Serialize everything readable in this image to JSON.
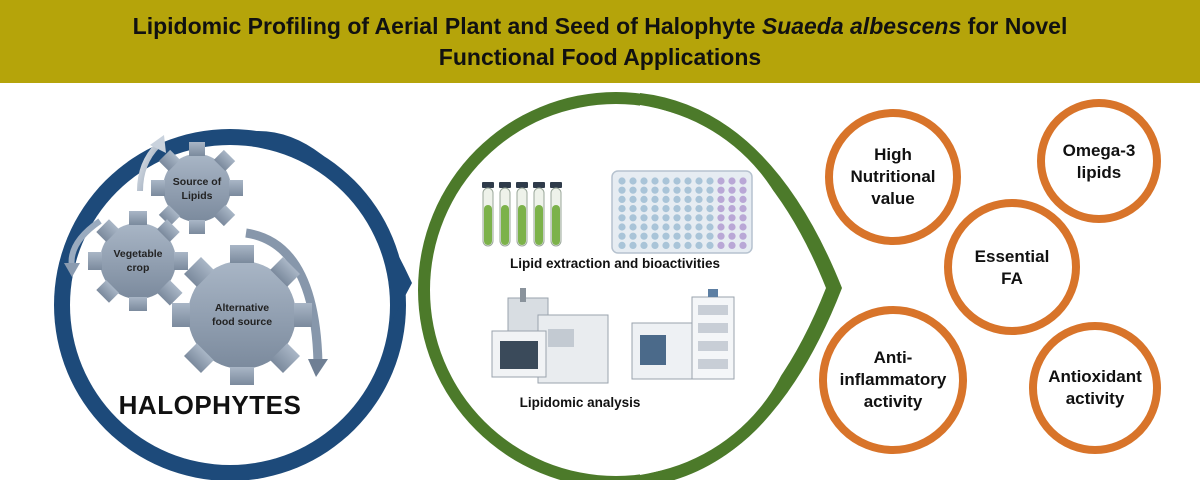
{
  "title": {
    "line1_before": "Lipidomic Profiling of Aerial Plant and Seed of Halophyte ",
    "line1_italic": "Suaeda albescens",
    "line1_after": " for Novel",
    "line2": "Functional Food Applications"
  },
  "left": {
    "heading": "HALOPHYTES",
    "gears": [
      {
        "label_l1": "Source of",
        "label_l2": "Lipids"
      },
      {
        "label_l1": "Vegetable",
        "label_l2": "crop"
      },
      {
        "label_l1": "Alternative",
        "label_l2": "food source"
      }
    ]
  },
  "middle": {
    "extraction_label": "Lipid extraction and bioactivities",
    "analysis_label": "Lipidomic analysis"
  },
  "benefits": [
    {
      "l1": "High",
      "l2": "Nutritional",
      "l3": "value"
    },
    {
      "l1": "Omega-3",
      "l2": "lipids"
    },
    {
      "l1": "Essential",
      "l2": "FA"
    },
    {
      "l1": "Anti-",
      "l2": "inflammatory",
      "l3": "activity"
    },
    {
      "l1": "Antioxidant",
      "l2": "activity"
    }
  ],
  "colors": {
    "banner": "#b5a40a",
    "left_border": "#1d4a7a",
    "middle_border": "#4c7a2a",
    "benefit_border": "#d8742a",
    "gear": "#8c9bad"
  }
}
